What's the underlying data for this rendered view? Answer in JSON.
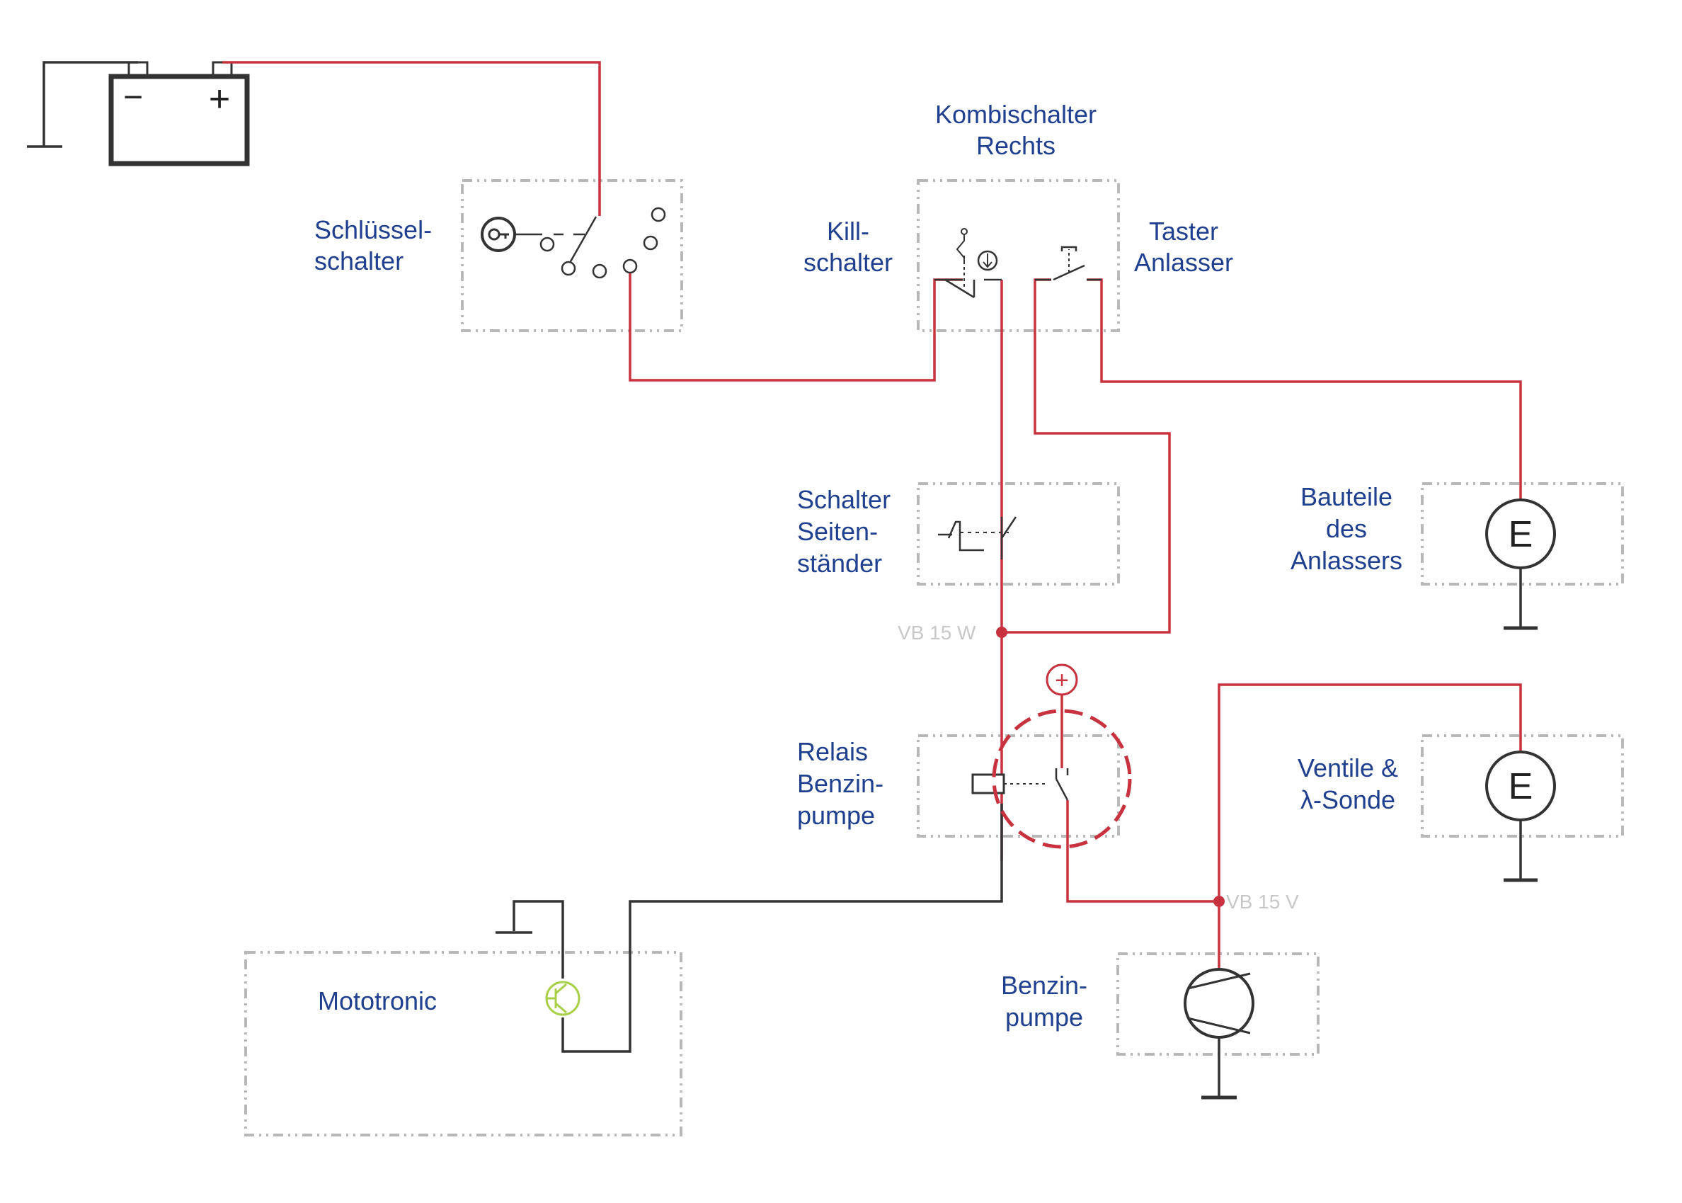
{
  "colors": {
    "live_wire": "#c8323f",
    "ground_wire": "#333333",
    "label_text": "#1f3f8f",
    "component_box": "#b8b8b8",
    "junction_label": "#c8c8c8",
    "transistor": "#a8cf45",
    "fault_marker": "#c8323f"
  },
  "battery": {
    "minus": "−",
    "plus": "+"
  },
  "components": {
    "key_switch": {
      "line1": "Schlüssel-",
      "line2": "schalter"
    },
    "combo_switch": {
      "line1": "Kombischalter",
      "line2": "Rechts"
    },
    "kill_switch": {
      "line1": "Kill-",
      "line2": "schalter"
    },
    "starter_button": {
      "line1": "Taster",
      "line2": "Anlasser"
    },
    "side_stand_switch": {
      "line1": "Schalter",
      "line2": "Seiten-",
      "line3": "ständer"
    },
    "starter_parts": {
      "line1": "Bauteile",
      "line2": "des",
      "line3": "Anlassers"
    },
    "fuel_pump_relay": {
      "line1": "Relais",
      "line2": "Benzin-",
      "line3": "pumpe"
    },
    "valves": {
      "line1": "Ventile &",
      "line2": "λ-Sonde"
    },
    "ecu": {
      "line1": "Mototronic"
    },
    "fuel_pump": {
      "line1": "Benzin-",
      "line2": "pumpe"
    }
  },
  "junctions": {
    "w": "VB 15 W",
    "v": "VB 15 V"
  },
  "symbols": {
    "consumer": "E",
    "fault_plus": "+"
  }
}
